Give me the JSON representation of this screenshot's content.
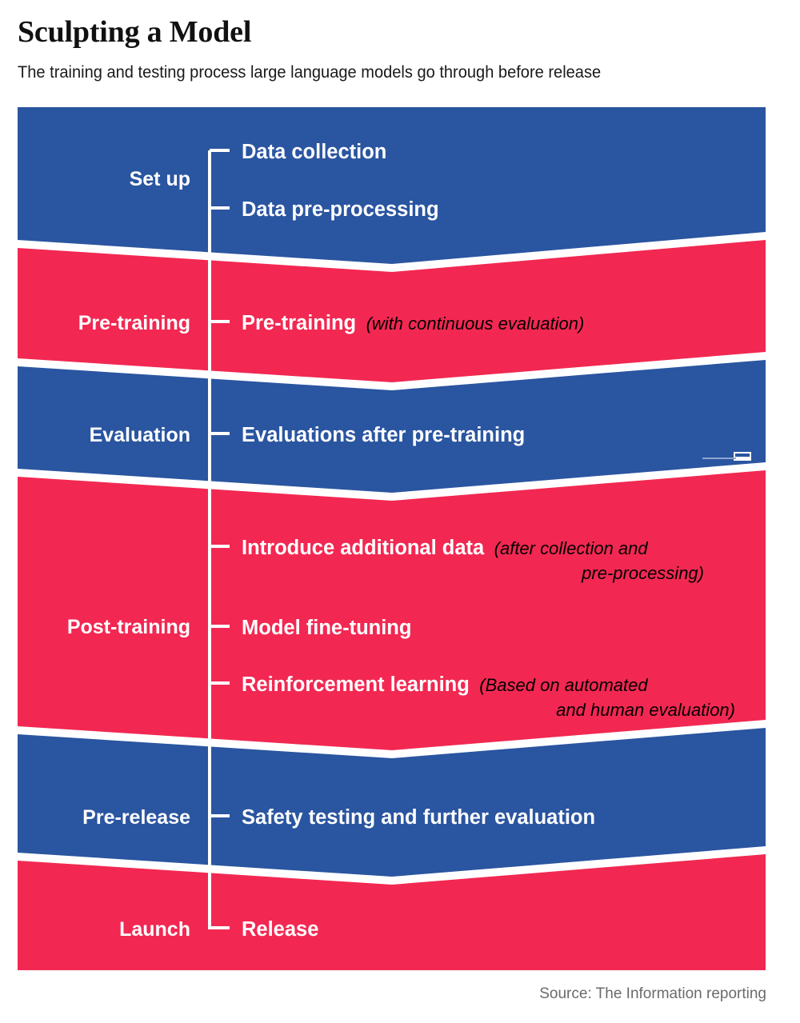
{
  "header": {
    "title": "Sculpting a Model",
    "subtitle": "The training and testing process large language models go through before release"
  },
  "colors": {
    "blue": "#2A55A0",
    "red": "#F22852",
    "background": "#FFFFFF",
    "text_on_band": "#FFFFFF",
    "source_text": "#6B6B6B"
  },
  "footer": {
    "source": "Source: The Information reporting"
  },
  "chart_data": {
    "type": "diagram",
    "subtype": "chevron-process-flow",
    "title": "Sculpting a Model",
    "subtitle": "The training and testing process large language models go through before release",
    "orientation": "vertical",
    "stage_count": 6,
    "stages": [
      {
        "id": "set-up",
        "label": "Set up",
        "color": "#2A55A0",
        "color_name": "blue",
        "items": [
          {
            "text": "Data collection",
            "note": ""
          },
          {
            "text": "Data pre-processing",
            "note": ""
          }
        ]
      },
      {
        "id": "pre-training",
        "label": "Pre-training",
        "color": "#F22852",
        "color_name": "red",
        "items": [
          {
            "text": "Pre-training",
            "note": "(with continuous evaluation)"
          }
        ]
      },
      {
        "id": "evaluation",
        "label": "Evaluation",
        "color": "#2A55A0",
        "color_name": "blue",
        "items": [
          {
            "text": "Evaluations after pre-training",
            "note": ""
          }
        ]
      },
      {
        "id": "post-training",
        "label": "Post-training",
        "color": "#F22852",
        "color_name": "red",
        "items": [
          {
            "text": "Introduce additional data",
            "note": "(after collection and",
            "note2": "pre-processing)"
          },
          {
            "text": "Model fine-tuning",
            "note": ""
          },
          {
            "text": "Reinforcement learning",
            "note": "(Based on automated",
            "note2": "and human evaluation)"
          }
        ]
      },
      {
        "id": "pre-release",
        "label": "Pre-release",
        "color": "#2A55A0",
        "color_name": "blue",
        "items": [
          {
            "text": "Safety testing and further evaluation",
            "note": ""
          }
        ]
      },
      {
        "id": "launch",
        "label": "Launch",
        "color": "#F22852",
        "color_name": "red",
        "items": [
          {
            "text": "Release",
            "note": ""
          }
        ]
      }
    ]
  }
}
